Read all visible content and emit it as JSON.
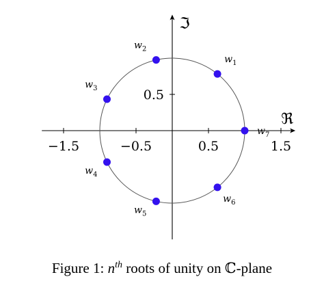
{
  "chart_data": {
    "type": "scatter",
    "title": "",
    "xlabel": "ℜ",
    "ylabel": "ℑ",
    "xlim": [
      -1.8,
      1.7
    ],
    "ylim": [
      -1.5,
      1.6
    ],
    "x_ticks": [
      {
        "value": -1.5,
        "label": "−1.5"
      },
      {
        "value": -0.5,
        "label": "−0.5"
      },
      {
        "value": 0.5,
        "label": "0.5"
      },
      {
        "value": 1.5,
        "label": "1.5"
      }
    ],
    "y_ticks": [
      {
        "value": 0.5,
        "label": "0.5"
      }
    ],
    "circle_radius": 1,
    "point_color": "#3311ee",
    "curve_color": "#555555",
    "points": [
      {
        "label": "w1",
        "name": "w",
        "sub": "1",
        "x": 0.6235,
        "y": 0.7818,
        "label_side": "ne"
      },
      {
        "label": "w2",
        "name": "w",
        "sub": "2",
        "x": -0.2225,
        "y": 0.9749,
        "label_side": "nw"
      },
      {
        "label": "w3",
        "name": "w",
        "sub": "3",
        "x": -0.901,
        "y": 0.4339,
        "label_side": "nw"
      },
      {
        "label": "w4",
        "name": "w",
        "sub": "4",
        "x": -0.901,
        "y": -0.4339,
        "label_side": "sw"
      },
      {
        "label": "w5",
        "name": "w",
        "sub": "5",
        "x": -0.2225,
        "y": -0.9749,
        "label_side": "sw"
      },
      {
        "label": "w6",
        "name": "w",
        "sub": "6",
        "x": 0.6235,
        "y": -0.7818,
        "label_side": "se"
      },
      {
        "label": "w7",
        "name": "w",
        "sub": "7",
        "x": 1.0,
        "y": 0.0,
        "label_side": "e"
      }
    ]
  },
  "caption": {
    "prefix": "Figure 1: ",
    "n": "n",
    "sup": "th",
    "rest": " roots of unity on ℂ-plane"
  }
}
